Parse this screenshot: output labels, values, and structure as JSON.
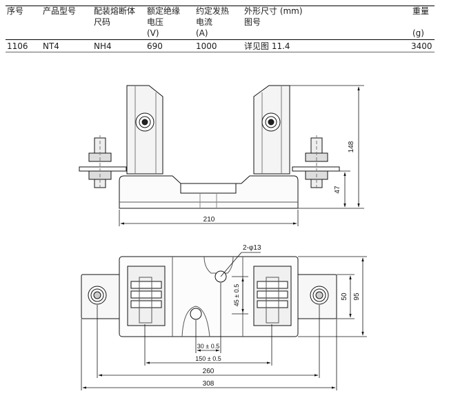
{
  "table": {
    "headers": {
      "index": "序号",
      "model": "产品型号",
      "fuse_size": "配装熔断体\n尺码",
      "voltage": "额定绝缘\n电压\n(V)",
      "current": "约定发热\n电流\n(A)",
      "dimensions": "外形尺寸 (mm)\n图号",
      "weight": "重量\n\n(g)"
    },
    "rows": [
      {
        "index": "1106",
        "model": "NT4",
        "fuse_size": "NH4",
        "voltage": "690",
        "current": "1000",
        "dimensions": "详见图 11.4",
        "weight": "3400"
      }
    ]
  },
  "drawing": {
    "front_view": {
      "height_total": "148",
      "height_base": "47",
      "width_base": "210"
    },
    "top_view": {
      "hole_callout": "2-φ13",
      "hole_offset": "45 ± 0.5",
      "hole_spacing": "30 ± 0.5",
      "contact_spacing": "150 ± 0.5",
      "bolt_spacing": "260",
      "overall_length": "308",
      "width_inner": "50",
      "width_overall": "95"
    }
  }
}
